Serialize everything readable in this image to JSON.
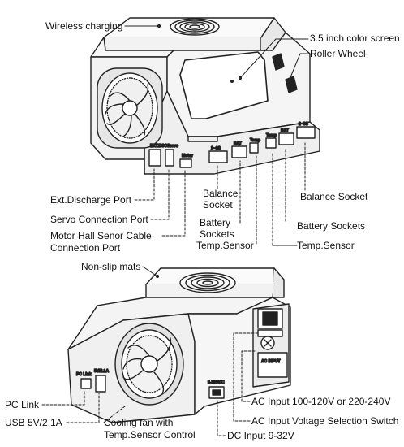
{
  "top_unit": {
    "labels": {
      "wireless_charging": "Wireless charging",
      "color_screen": "3.5 inch color screen",
      "roller_wheel": "Roller Wheel",
      "ext_discharge_port": "Ext.Discharge Port",
      "servo_port": "Servo Connection Port",
      "motor_hall_line1": "Motor Hall Senor Cable",
      "motor_hall_line2": "Connection Port",
      "balance_socket_left_line1": "Balance",
      "balance_socket_left_line2": "Socket",
      "battery_sockets_left_line1": "Battery",
      "battery_sockets_left_line2": "Sockets",
      "temp_sensor_left": "Temp.Sensor",
      "balance_socket_right": "Balance Socket",
      "battery_sockets_right": "Battery Sockets",
      "temp_sensor_right": "Temp.Sensor"
    },
    "port_texts": {
      "ext_dsc": "EXT.DSC",
      "servo": "Servo",
      "motor": "Motor",
      "bat": "BAT",
      "temp": "Temp",
      "balance": "2~6S"
    }
  },
  "bottom_unit": {
    "labels": {
      "non_slip_mats": "Non-slip mats",
      "pc_link": "PC Link",
      "usb": "USB 5V/2.1A",
      "cooling_fan_line1": "Cooling fan with",
      "cooling_fan_line2": "Temp.Sensor Control",
      "dc_input": "DC Input 9-32V",
      "ac_voltage_switch": "AC Input Voltage Selection Switch",
      "ac_input": "AC Input 100-120V or 220-240V"
    },
    "port_texts": {
      "pc_link": "PC Link",
      "usb": "5V/2.1A",
      "dc": "9-32VDC",
      "ac": "AC INPUT"
    }
  }
}
